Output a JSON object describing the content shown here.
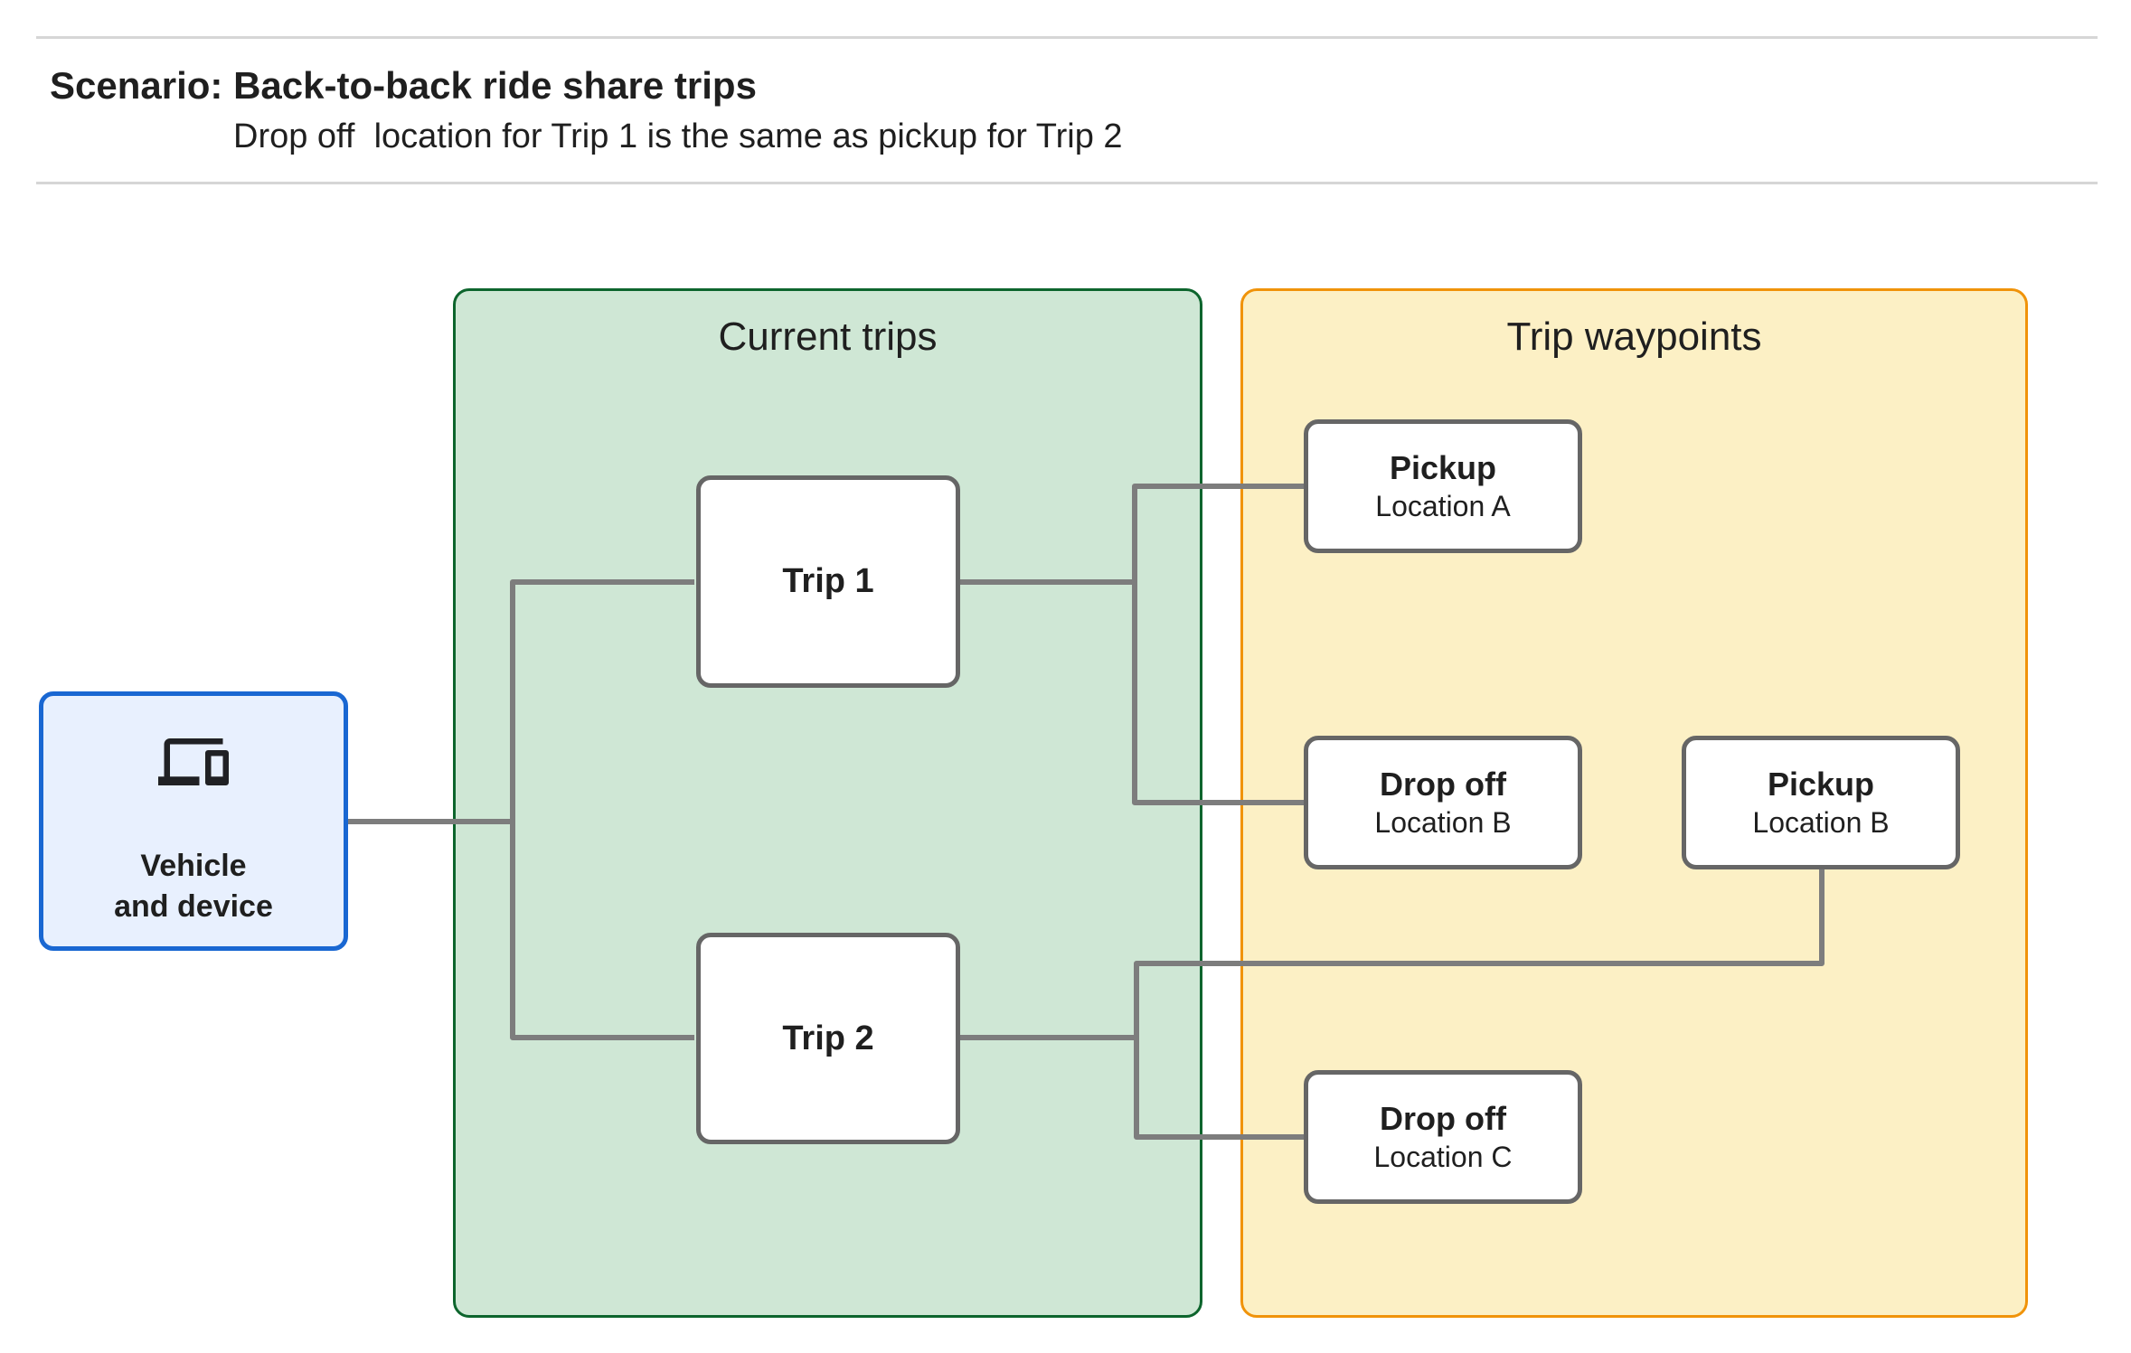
{
  "header": {
    "title": "Scenario: Back-to-back ride share trips",
    "subtitle": "Drop off  location for Trip 1 is the same as pickup for Trip 2"
  },
  "vehicle": {
    "icon": "devices-laptop-and-phone-icon",
    "label_line1": "Vehicle",
    "label_line2": "and device"
  },
  "current_trips": {
    "title": "Current trips",
    "trips": [
      {
        "label": "Trip 1"
      },
      {
        "label": "Trip 2"
      }
    ]
  },
  "trip_waypoints": {
    "title": "Trip waypoints",
    "waypoints": [
      {
        "type": "Pickup",
        "location": "Location A"
      },
      {
        "type": "Drop off",
        "location": "Location B"
      },
      {
        "type": "Pickup",
        "location": "Location B"
      },
      {
        "type": "Drop off",
        "location": "Location C"
      }
    ]
  },
  "colors": {
    "vehicle_fill": "#e8f0fe",
    "vehicle_border": "#1967d2",
    "current_trips_fill": "#cfe7d5",
    "current_trips_border": "#0d652d",
    "trip_waypoints_fill": "#fcf0c5",
    "trip_waypoints_border": "#f0930a",
    "node_border": "#666666",
    "connector": "#7d7d7d",
    "divider": "#d6d6d6",
    "text": "#1f1f1f"
  }
}
